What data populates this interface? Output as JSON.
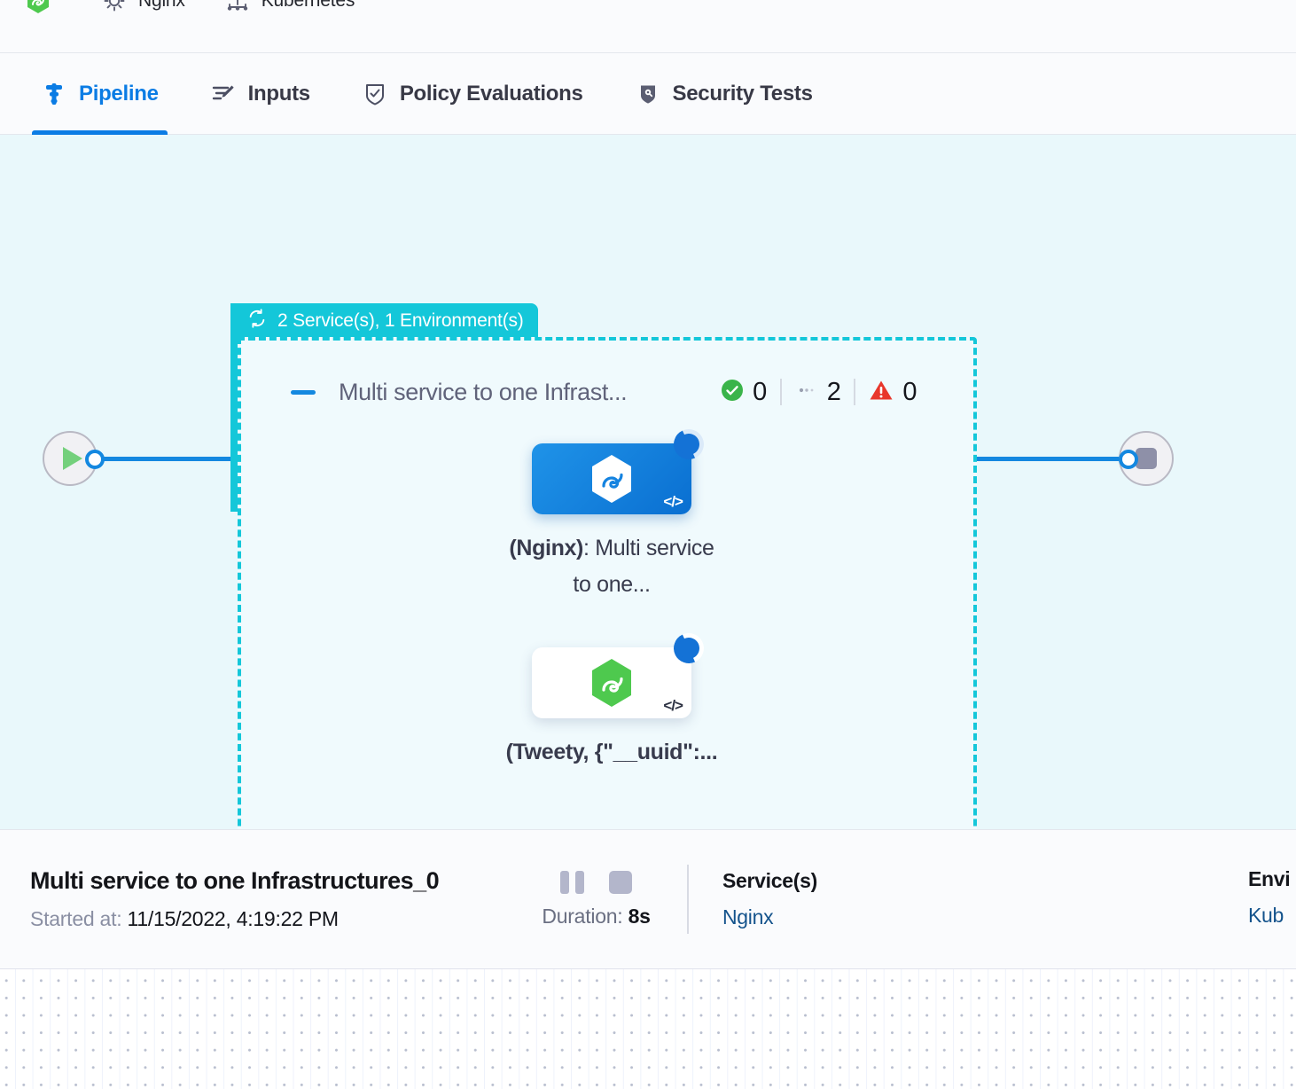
{
  "breadcrumb": {
    "items": [
      {
        "icon": "nginx-hexagon-icon",
        "label": ""
      },
      {
        "icon": "gear-icon",
        "label": "Nginx"
      },
      {
        "icon": "kubernetes-icon",
        "label": "Kubernetes"
      }
    ]
  },
  "tabs": [
    {
      "label": "Pipeline",
      "icon": "pipeline-icon",
      "active": true
    },
    {
      "label": "Inputs",
      "icon": "inputs-pencil-icon",
      "active": false
    },
    {
      "label": "Policy Evaluations",
      "icon": "policy-shield-check-icon",
      "active": false
    },
    {
      "label": "Security Tests",
      "icon": "security-shield-icon",
      "active": false
    }
  ],
  "canvas": {
    "start_node": {
      "name": "start-node",
      "icon": "play-icon"
    },
    "stop_node": {
      "name": "stop-node",
      "icon": "stop-square-icon"
    },
    "group": {
      "badge_icon": "loop-repeat-icon",
      "badge_label": "2 Service(s), 1 Environment(s)",
      "title": "Multi service to one Infrast...",
      "collapse_icon": "collapse-dash-icon",
      "counts": [
        {
          "icon": "success-check-icon",
          "value": "0",
          "color": "#3ab44a"
        },
        {
          "icon": "running-dots-icon",
          "value": "2",
          "color": "#9aa0b0"
        },
        {
          "icon": "error-warning-icon",
          "value": "0",
          "color": "#e8362b"
        }
      ],
      "nodes": [
        {
          "name": "nginx-service-node",
          "icon": "harness-hexagon-icon",
          "icon_color": "#ffffff",
          "card_style": "blue-selected",
          "status_icon": "running-spinner-icon",
          "code_glyph": "</>",
          "label_bold": "(Nginx)",
          "label_rest": ": Multi service to one..."
        },
        {
          "name": "tweety-service-node",
          "icon": "harness-hexagon-icon",
          "icon_color": "#4ec94e",
          "card_style": "white",
          "status_icon": "running-spinner-icon",
          "code_glyph": "</>",
          "label_bold": "(Tweety, {\"__uuid\":...",
          "label_rest": ""
        }
      ]
    }
  },
  "info_panel": {
    "title": "Multi service to one Infrastructures_0",
    "started_label": "Started at:",
    "started_value": "11/15/2022, 4:19:22 PM",
    "pause_button": "pause-button",
    "stop_button": "stop-button",
    "duration_label": "Duration:",
    "duration_value": "8s",
    "services_header": "Service(s)",
    "services_value": "Nginx",
    "environments_header": "Envi",
    "environments_value": "Kub"
  },
  "colors": {
    "accent_blue": "#0b7ce4",
    "group_teal": "#14c7d9",
    "canvas_bg": "#e9f8fb",
    "success_green": "#3ab44a",
    "error_red": "#e8362b"
  }
}
